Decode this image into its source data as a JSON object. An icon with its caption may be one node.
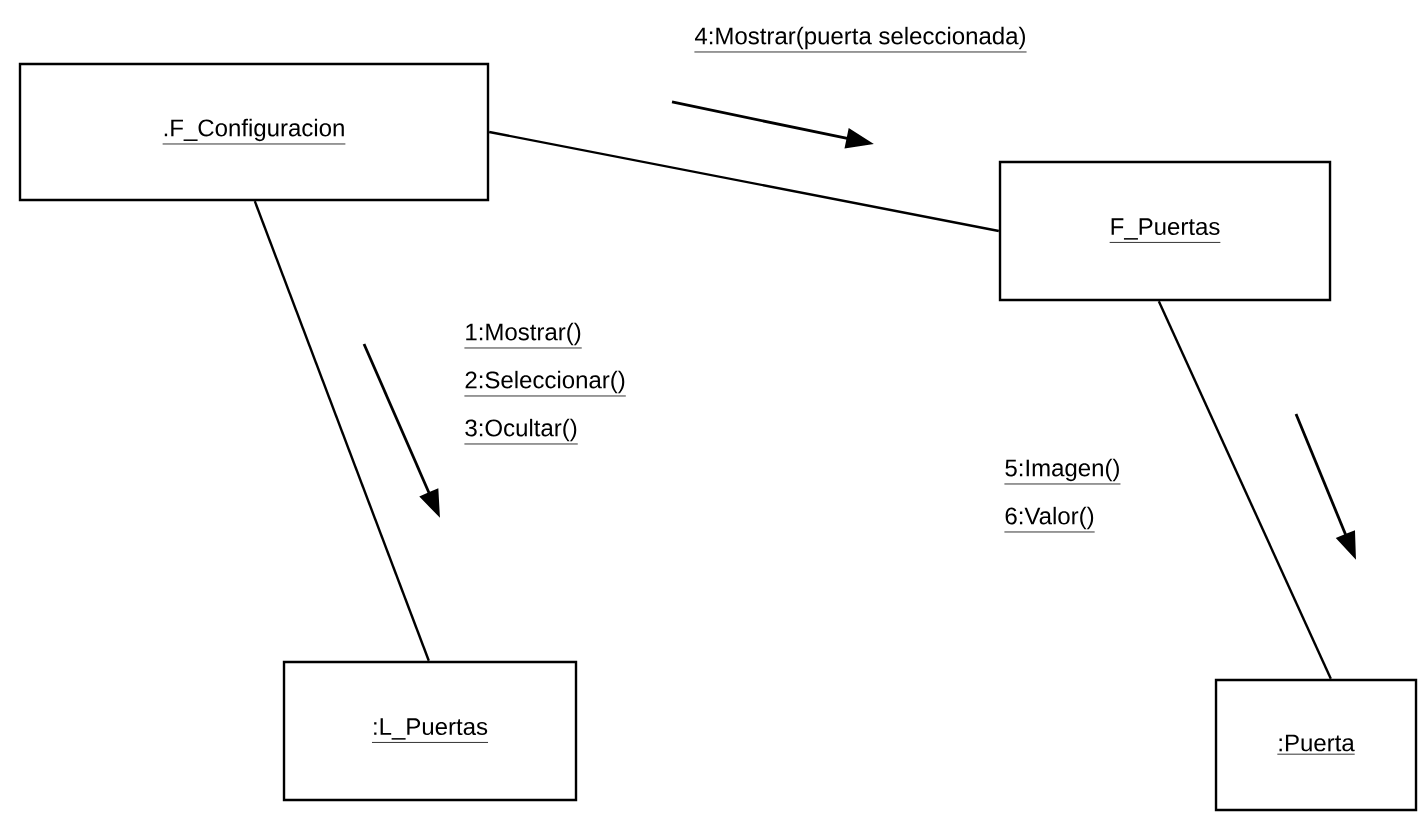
{
  "diagram": {
    "nodes": [
      {
        "text": [
          ".F_Configuracion"
        ]
      },
      {
        "text": [
          "F_Puertas"
        ]
      },
      {
        "text": [
          ":L_Puertas"
        ]
      },
      {
        "text": [
          ":Puerta"
        ]
      }
    ],
    "edges": [
      {
        "from": 0,
        "to": 1,
        "arrow": "none"
      },
      {
        "from": 0,
        "to": 2,
        "arrow": "none"
      },
      {
        "from": 1,
        "to": 3,
        "arrow": "none"
      }
    ],
    "labels": [
      "4:Mostrar(puerta seleccionada)",
      "1:Mostrar()",
      "2:Seleccionar()",
      "3:Ocultar()",
      "5:Imagen()",
      "6:Valor()"
    ]
  }
}
